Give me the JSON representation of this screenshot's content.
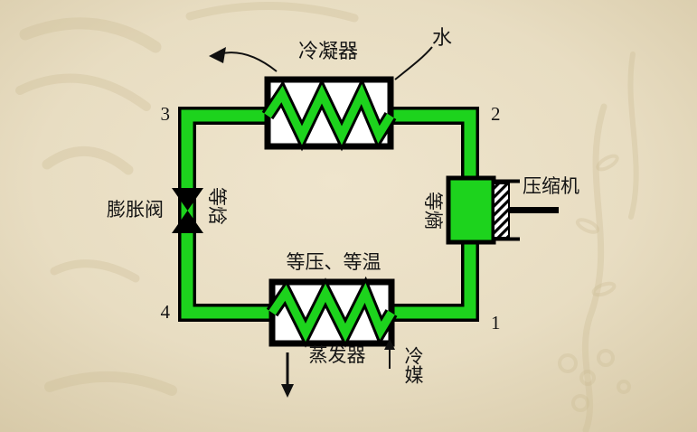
{
  "diagram": {
    "labels": {
      "condenser": "冷凝器",
      "water": "水",
      "compressor": "压缩机",
      "expansion_valve": "膨胀阀",
      "evaporator": "蒸发器",
      "refrigerant": "冷媒",
      "process_expansion": "等焓",
      "process_compression": "等熵",
      "process_evaporation": "等压、等温"
    },
    "nodes": {
      "n1": "1",
      "n2": "2",
      "n3": "3",
      "n4": "4"
    },
    "colors": {
      "pipe_green": "#1dd31d",
      "background": "#e8ddc2",
      "box_fill": "#ffffff",
      "outline": "#000000"
    }
  }
}
